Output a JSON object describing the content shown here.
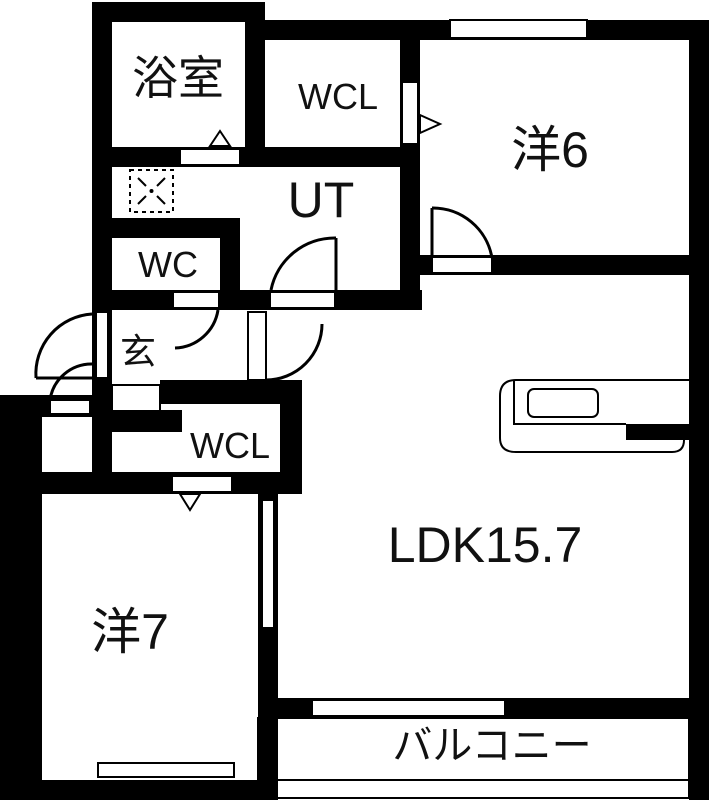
{
  "floor_plan": {
    "rooms": [
      {
        "id": "bath",
        "label": "浴室"
      },
      {
        "id": "wcl_top",
        "label": "WCL"
      },
      {
        "id": "western6",
        "label": "洋6"
      },
      {
        "id": "utility",
        "label": "UT"
      },
      {
        "id": "wc",
        "label": "WC"
      },
      {
        "id": "entrance",
        "label": "玄"
      },
      {
        "id": "wcl_mid",
        "label": "WCL"
      },
      {
        "id": "ldk",
        "label": "LDK15.7"
      },
      {
        "id": "western7",
        "label": "洋7"
      },
      {
        "id": "balcony",
        "label": "バルコニー"
      }
    ],
    "colors": {
      "wall": "#000000",
      "floor": "#ffffff",
      "text": "#111111"
    }
  }
}
